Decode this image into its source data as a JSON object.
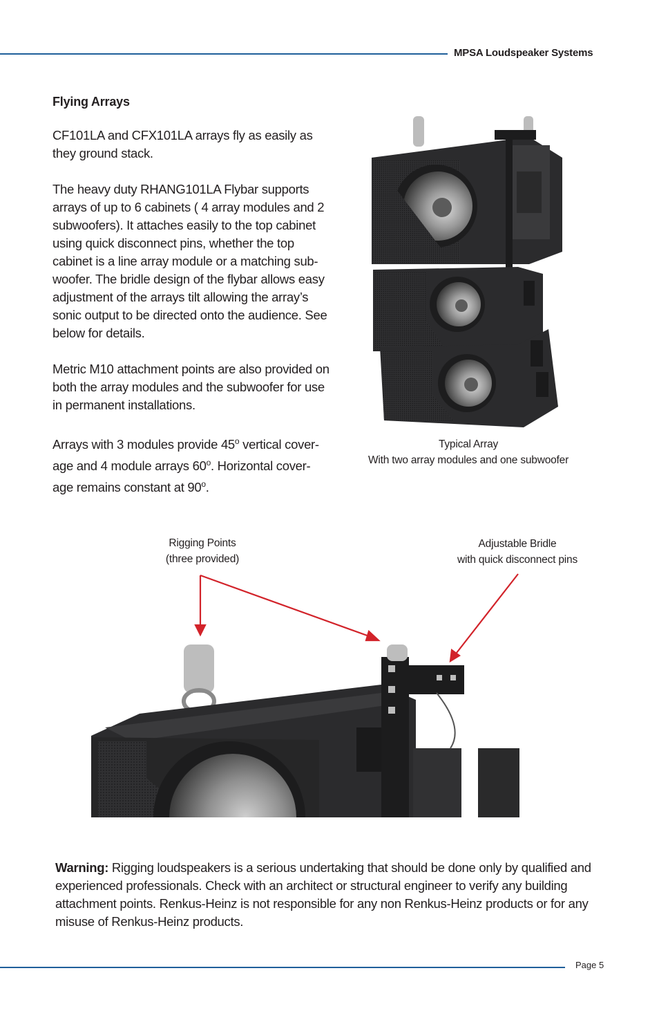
{
  "header": {
    "title": "MPSA Loudspeaker Systems"
  },
  "section": {
    "title": "Flying Arrays",
    "p1": "CF101LA and CFX101LA arrays fly as easily as they ground stack.",
    "p2": "The heavy duty RHANG101LA  Flybar supports arrays of up to 6 cabinets ( 4 array modules and 2 subwoofers). It attaches easily to the top cabinet using quick disconnect pins, whether the top cabinet is a line array module or a matching sub-woofer. The bridle design of the flybar allows easy adjustment of the arrays tilt allowing the array’s sonic output to be directed onto the audience. See below for details.",
    "p3": "Metric M10 attachment points are also provided on both the array modules and the subwoofer for use in permanent installations.",
    "p4_a": "Arrays with 3 modules provide 45",
    "p4_b": " vertical cover-age and 4 module arrays 60",
    "p4_c": ".  Horizontal cover-age remains constant at 90",
    "p4_d": ".",
    "degree_mark": "o"
  },
  "figure1": {
    "caption_line1": "Typical Array",
    "caption_line2": "With two array modules and one subwoofer"
  },
  "figure2": {
    "label_left_line1": "Rigging Points",
    "label_left_line2": "(three provided)",
    "label_right_line1": "Adjustable Bridle",
    "label_right_line2": "with quick disconnect pins",
    "arrow_color": "#d2232a"
  },
  "warning": {
    "label": "Warning:",
    "text": "  Rigging loudspeakers is a serious undertaking that should be done only by qualified and experienced professionals. Check with an architect or structural engineer to verify any building attachment points. Renkus-Heinz is not responsible for any non Renkus-Heinz products or for any misuse of Renkus-Heinz products."
  },
  "footer": {
    "page": "Page 5"
  },
  "colors": {
    "rule": "#1f5f9a",
    "cabinet": "#2b2b2d",
    "text": "#231f20"
  }
}
